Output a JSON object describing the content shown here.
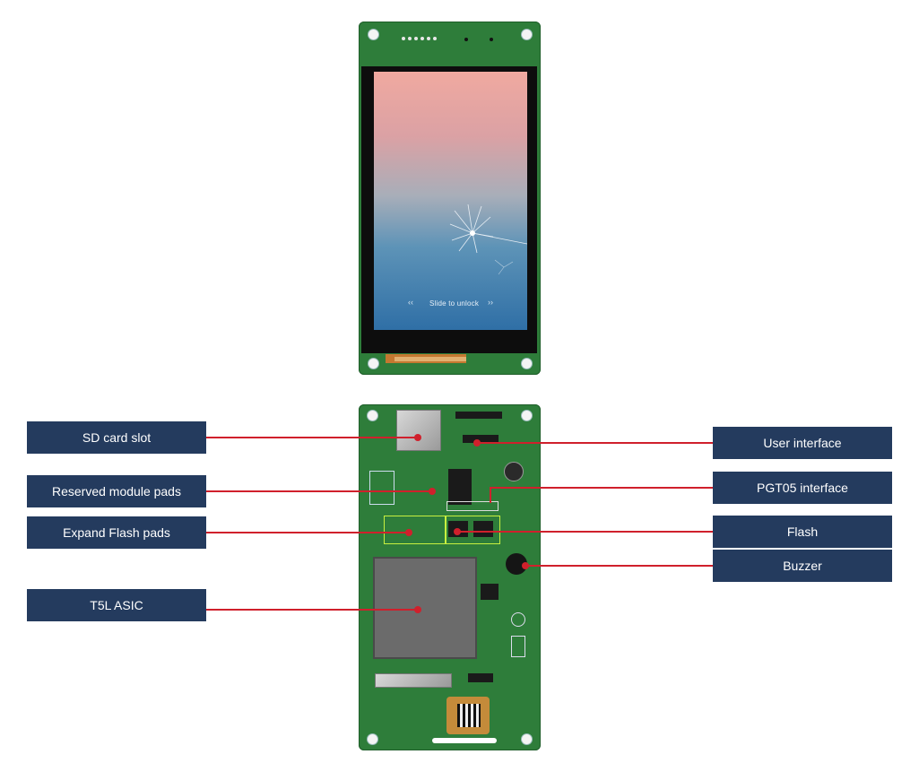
{
  "front_screen": {
    "unlock_text": "Slide to unlock",
    "chevron_left": "‹‹",
    "chevron_right": "››"
  },
  "callouts": {
    "sd_card_slot": "SD card slot",
    "reserved_module_pads": "Reserved module pads",
    "expand_flash_pads": "Expand Flash pads",
    "t5l_asic": "T5L ASIC",
    "user_interface": "User interface",
    "pgt05_interface": "PGT05 interface",
    "flash": "Flash",
    "buzzer": "Buzzer"
  },
  "colors": {
    "label_bg": "#243b5e",
    "leader_line": "#d0202c",
    "pcb_green": "#2e7d3a"
  }
}
